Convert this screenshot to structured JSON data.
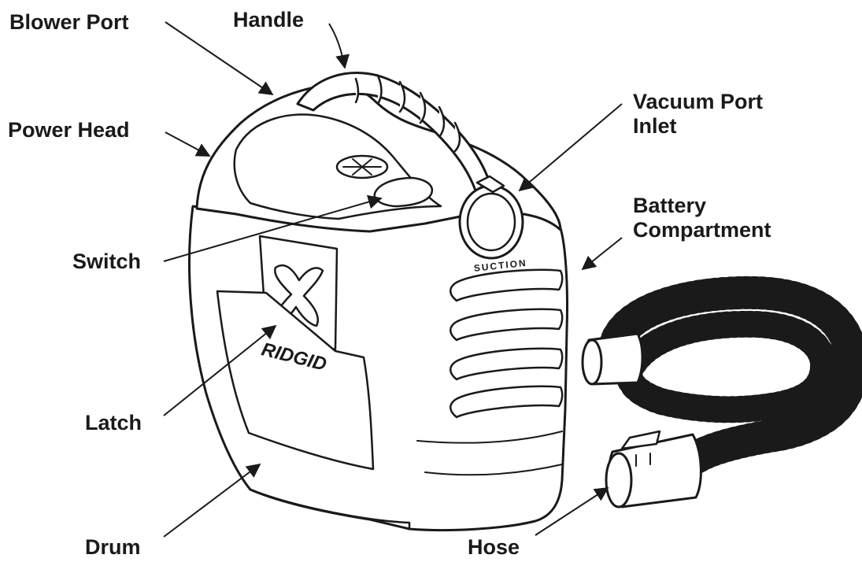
{
  "labels": {
    "blower_port": "Blower Port",
    "handle": "Handle",
    "power_head": "Power Head",
    "vacuum_port_line1": "Vacuum Port",
    "vacuum_port_line2": "Inlet",
    "battery_line1": "Battery",
    "battery_line2": "Compartment",
    "switch": "Switch",
    "latch": "Latch",
    "drum": "Drum",
    "hose": "Hose"
  },
  "product": {
    "brand": "RIDGID",
    "port_marking": "SUCTION"
  },
  "colors": {
    "ink": "#1a1a1a",
    "background": "#ffffff"
  }
}
